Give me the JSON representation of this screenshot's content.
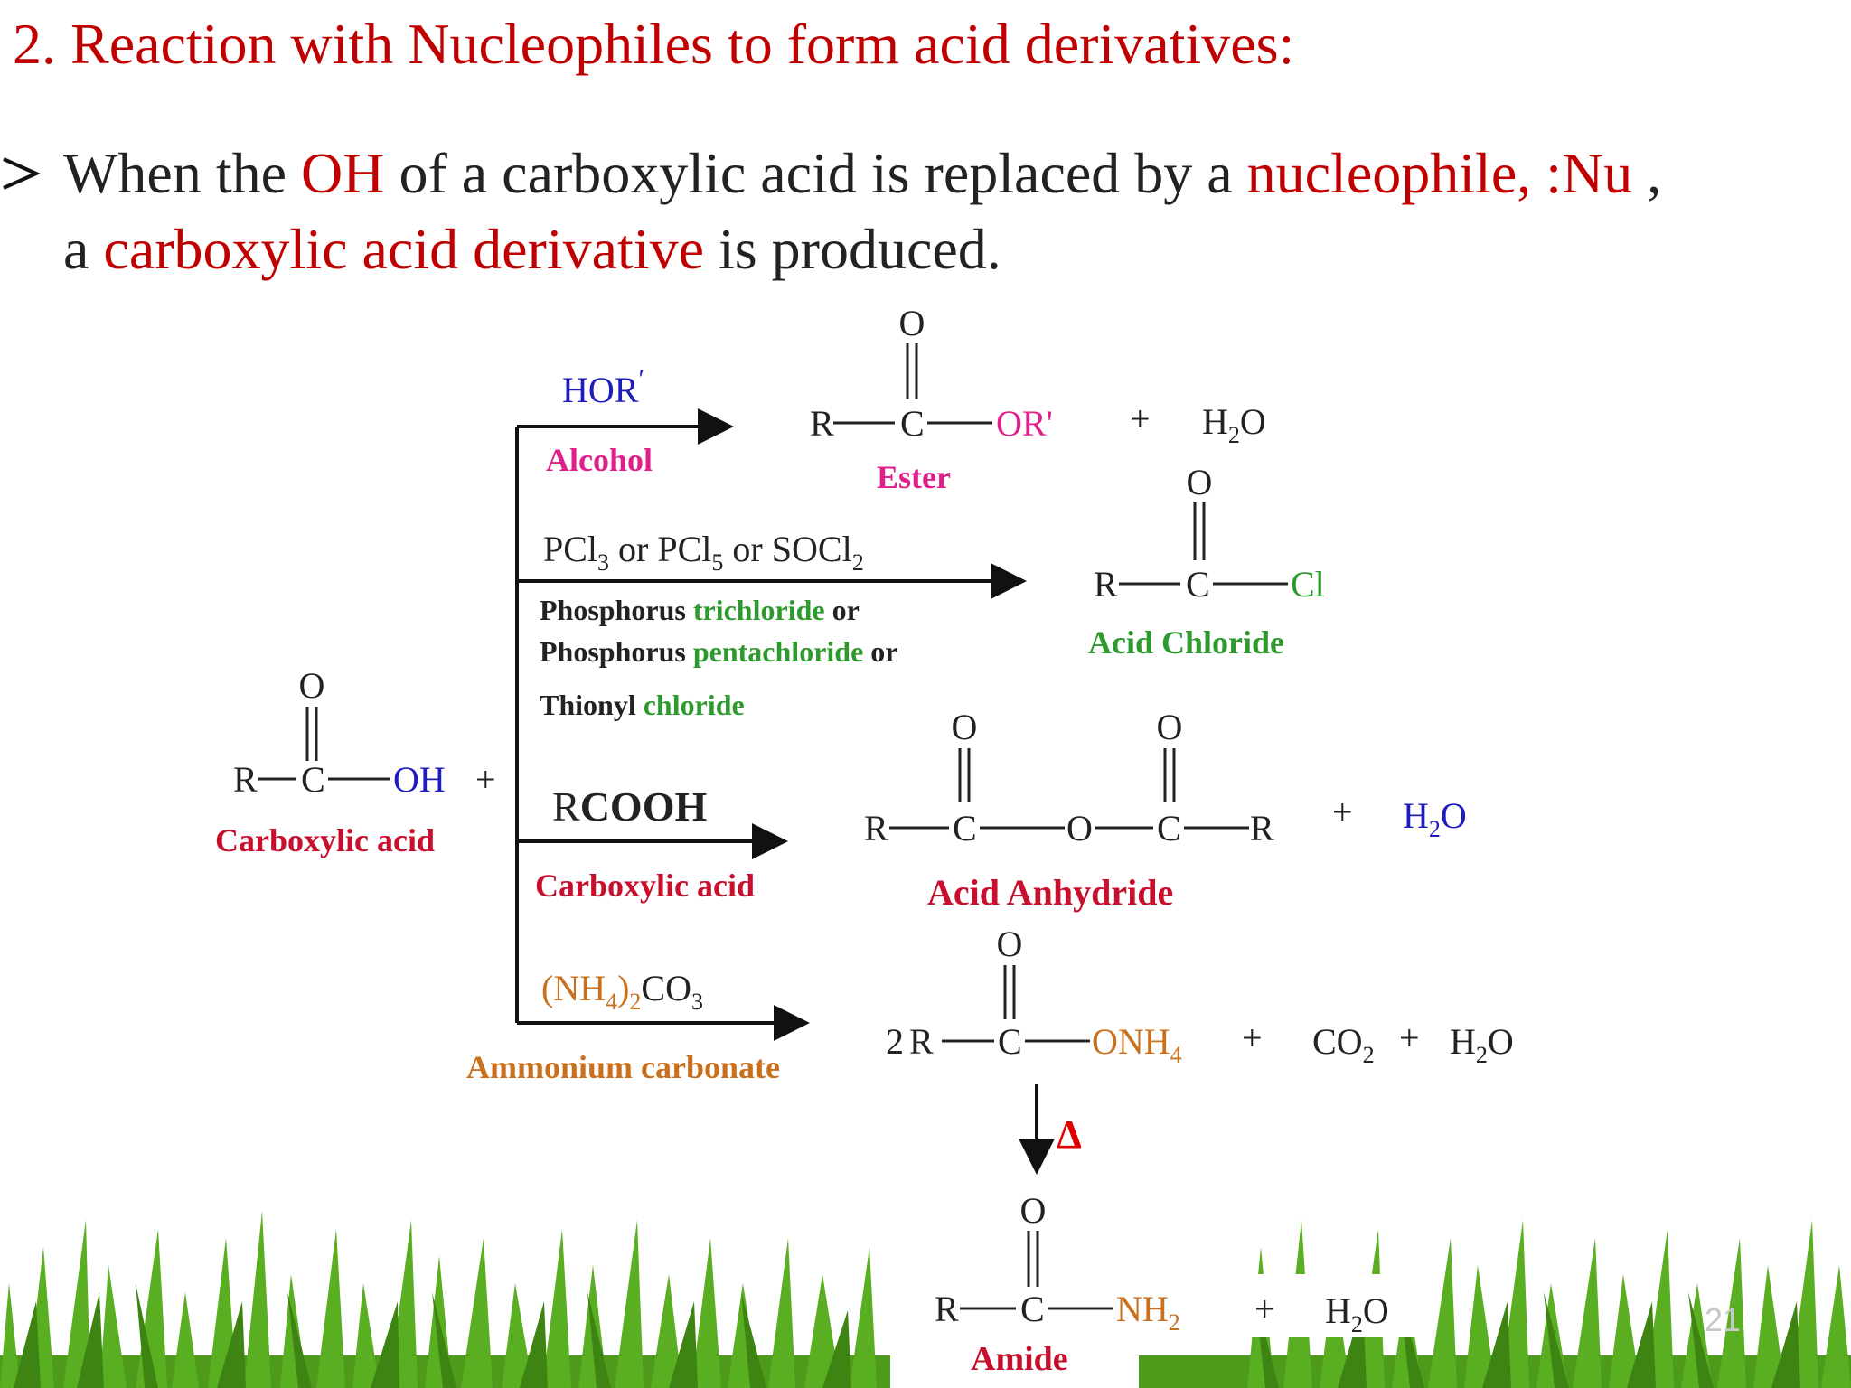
{
  "slide": {
    "title": "2. Reaction with Nucleophiles to form acid derivatives:",
    "page_number": "21"
  },
  "bullet": {
    "part1": "When the ",
    "oh": "OH",
    "part2": " of a carboxylic acid is replaced by a ",
    "nucleophile": "nucleophile, :Nu",
    "part3": " ,",
    "part4": "a ",
    "derivative": "carboxylic acid derivative",
    "part5": " is produced."
  },
  "scheme": {
    "start": {
      "r": "R",
      "c": "C",
      "o": "O",
      "oh": "OH",
      "plus": "+",
      "label": "Carboxylic acid"
    },
    "ester": {
      "reagent": "HOR",
      "reagent_prime": "′",
      "reagent_name": "Alcohol",
      "r": "R",
      "c": "C",
      "o": "O",
      "or": "OR'",
      "plus": "+",
      "h": "H",
      "sub2": "2",
      "ho": "O",
      "label": "Ester"
    },
    "chloride": {
      "p1": "PCl",
      "s1": "3",
      "or1": " or ",
      "p2": "PCl",
      "s2": "5",
      "or2": " or ",
      "p3": "SOCl",
      "s3": "2",
      "name1_black": "Phosphorus ",
      "name1_green": "trichloride",
      "name1_or": " or",
      "name2_black": "Phosphorus ",
      "name2_green": "pentachloride",
      "name2_or": " or",
      "name3_black": "Thionyl ",
      "name3_green": "chloride",
      "r": "R",
      "c": "C",
      "o": "O",
      "cl": "Cl",
      "label": "Acid Chloride"
    },
    "anhydride": {
      "reagent_r": "R",
      "reagent_cooh": "COOH",
      "reagent_name": "Carboxylic acid",
      "r1": "R",
      "c1": "C",
      "o1": "O",
      "obridge": "O",
      "c2": "C",
      "o2": "O",
      "r2": "R",
      "plus": "+",
      "h": "H",
      "sub2": "2",
      "ho": "O",
      "label": "Acid Anhydride"
    },
    "ammonium": {
      "reagent_a": "(NH",
      "reagent_s4": "4",
      "reagent_b": ")",
      "reagent_s2": "2",
      "reagent_c": "CO",
      "reagent_s3": "3",
      "reagent_name": "Ammonium carbonate",
      "coef": "2",
      "r": "R",
      "c": "C",
      "o": "O",
      "onh": "ONH",
      "onh_sub": "4",
      "plus1": "+",
      "co": "CO",
      "co_sub": "2",
      "plus2": "+",
      "h": "H",
      "h_sub": "2",
      "ho": "O"
    },
    "amide": {
      "heat": "Δ",
      "r": "R",
      "c": "C",
      "o": "O",
      "nh": "NH",
      "nh_sub": "2",
      "plus": "+",
      "h": "H",
      "h_sub": "2",
      "ho": "O",
      "label": "Amide"
    }
  },
  "colors": {
    "title_red": "#c00000",
    "blue": "#1d1dbf",
    "magenta": "#e0208a",
    "green": "#2e9a2e",
    "orange": "#c8701e",
    "label_red": "#c8102e",
    "grass": "#4e9a1a"
  }
}
